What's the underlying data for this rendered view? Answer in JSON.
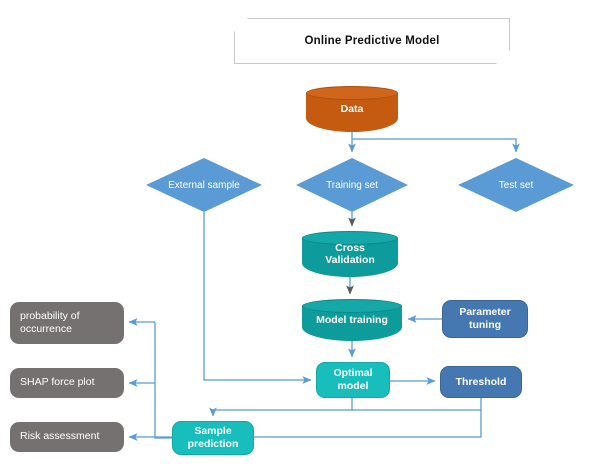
{
  "diagram": {
    "title": "Online Predictive Model",
    "banner": {
      "label": "Online Predictive Model"
    },
    "nodes": {
      "data": {
        "label": "Data",
        "shape": "cylinder",
        "color": "#C55A11"
      },
      "external_sample": {
        "label": "External sample",
        "shape": "diamond",
        "color": "#5B9BD5"
      },
      "training_set": {
        "label": "Training set",
        "shape": "diamond",
        "color": "#5B9BD5"
      },
      "test_set": {
        "label": "Test set",
        "shape": "diamond",
        "color": "#5B9BD5"
      },
      "cross_validation": {
        "label_line1": "Cross",
        "label_line2": "Validation",
        "shape": "cylinder",
        "color": "#0D9B9B"
      },
      "model_training": {
        "label": "Model training",
        "shape": "cylinder",
        "color": "#0D9B9B"
      },
      "parameter_tuning": {
        "label_line1": "Parameter",
        "label_line2": "tuning",
        "shape": "rounded-rect",
        "color": "#4578B0"
      },
      "optimal_model": {
        "label_line1": "Optimal",
        "label_line2": "model",
        "shape": "rounded-rect",
        "color": "#17BEBB"
      },
      "threshold": {
        "label": "Threshold",
        "shape": "rounded-rect",
        "color": "#4578B0"
      },
      "sample_prediction": {
        "label_line1": "Sample",
        "label_line2": "prediction",
        "shape": "rounded-rect",
        "color": "#17BEBB"
      },
      "probability_of_occurrence": {
        "label_line1": "probability of",
        "label_line2": "occurrence",
        "shape": "rounded-rect",
        "color": "#767171"
      },
      "shap_force_plot": {
        "label": "SHAP force plot",
        "shape": "rounded-rect",
        "color": "#767171"
      },
      "risk_assessment": {
        "label": "Risk assessment",
        "shape": "rounded-rect",
        "color": "#767171"
      }
    },
    "edges": [
      {
        "from": "data",
        "to": "training_set"
      },
      {
        "from": "data",
        "to": "test_set"
      },
      {
        "from": "training_set",
        "to": "cross_validation"
      },
      {
        "from": "cross_validation",
        "to": "model_training"
      },
      {
        "from": "parameter_tuning",
        "to": "model_training"
      },
      {
        "from": "model_training",
        "to": "optimal_model"
      },
      {
        "from": "external_sample",
        "to": "optimal_model"
      },
      {
        "from": "optimal_model",
        "to": "threshold"
      },
      {
        "from": "optimal_model",
        "to": "sample_prediction"
      },
      {
        "from": "threshold",
        "to": "sample_prediction"
      },
      {
        "from": "sample_prediction",
        "to": "probability_of_occurrence"
      },
      {
        "from": "sample_prediction",
        "to": "shap_force_plot"
      },
      {
        "from": "sample_prediction",
        "to": "risk_assessment"
      }
    ],
    "style": {
      "edge_color": "#5B9BD5",
      "arrow_gray": "#595959",
      "background": "#FFFFFF"
    }
  }
}
